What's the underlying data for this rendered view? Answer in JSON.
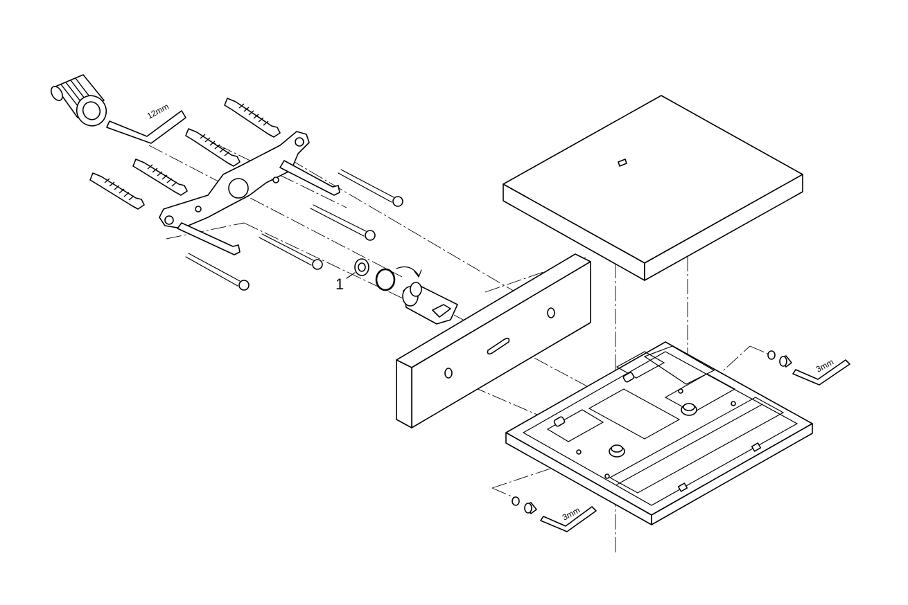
{
  "callouts": [
    {
      "id": "part-1",
      "text": "1"
    }
  ],
  "tools": [
    {
      "id": "hex-key-large",
      "label": "12mm",
      "icon": "hex-key-icon"
    },
    {
      "id": "hex-key-right",
      "label": "3mm",
      "icon": "hex-key-icon"
    },
    {
      "id": "hex-key-bottom",
      "label": "3mm",
      "icon": "hex-key-icon"
    }
  ],
  "colors": {
    "line": "#000000",
    "background": "#ffffff"
  }
}
